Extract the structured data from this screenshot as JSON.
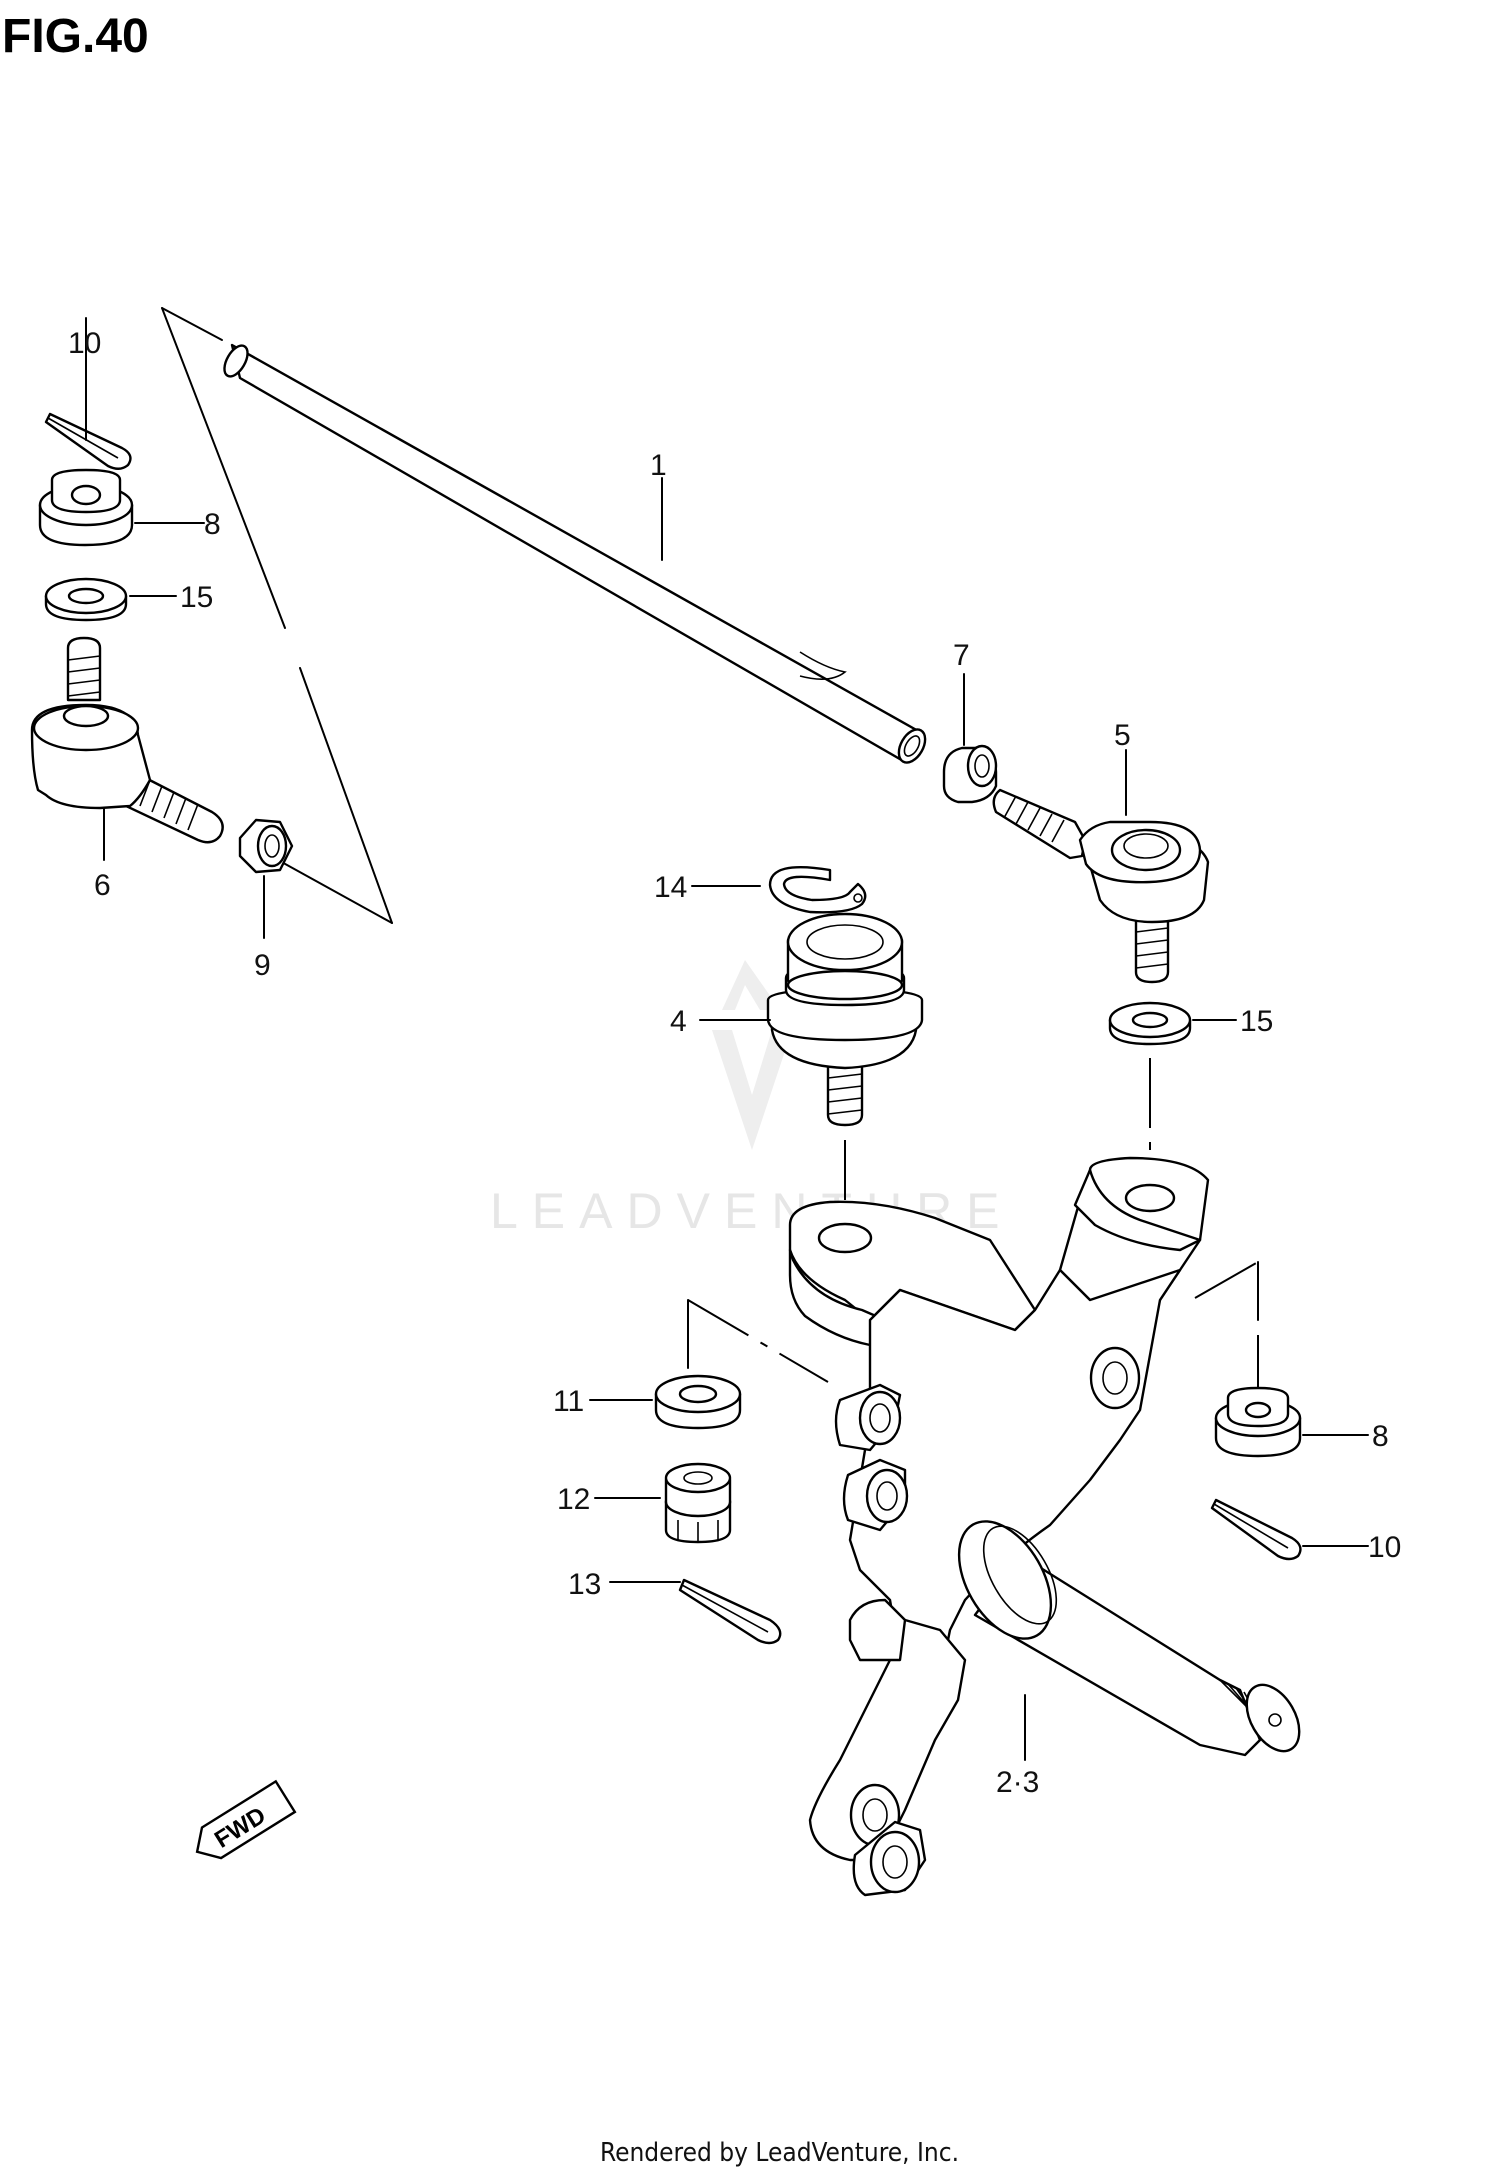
{
  "figure_title": "FIG.40",
  "watermark": "LEADVENTURE",
  "footer_credit": "Rendered by LeadVenture, Inc.",
  "fwd_label": "FWD",
  "callouts": {
    "p1": "1",
    "p2_3": "2·3",
    "p4": "4",
    "p5": "5",
    "p6": "6",
    "p7": "7",
    "p8_left": "8",
    "p8_right": "8",
    "p9": "9",
    "p10_left": "10",
    "p10_right": "10",
    "p11": "11",
    "p12": "12",
    "p13": "13",
    "p14": "14",
    "p15_left": "15",
    "p15_right": "15"
  }
}
